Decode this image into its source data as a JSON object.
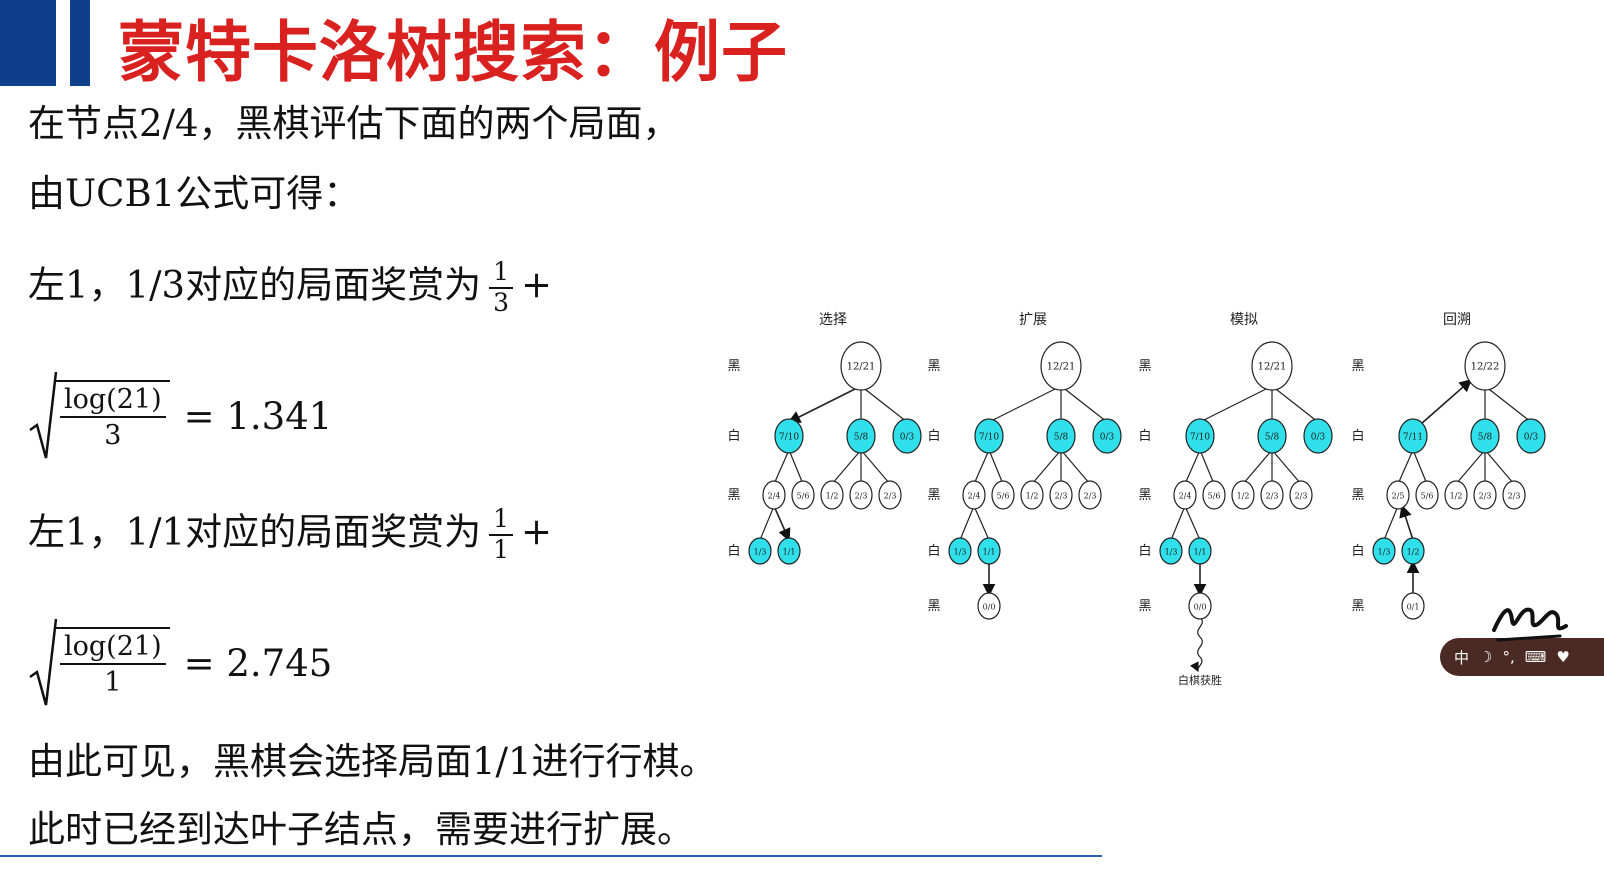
{
  "title": "蒙特卡洛树搜索：例子",
  "lines": {
    "l1": "在节点2/4，黑棋评估下面的两个局面，",
    "l2": "由UCB1公式可得：",
    "l3": "左1，1/3对应的局面奖赏为",
    "l3_frac_num": "1",
    "l3_frac_den": "3",
    "plus": "+",
    "sqrt1_num": "log(21)",
    "sqrt1_den": "3",
    "sqrt1_result": "= 1.341",
    "l4": "左1，1/1对应的局面奖赏为",
    "l4_frac_num": "1",
    "l4_frac_den": "1",
    "sqrt2_num": "log(21)",
    "sqrt2_den": "1",
    "sqrt2_result": "= 2.745",
    "l5": "由此可见，黑棋会选择局面1/1进行行棋。",
    "l6": "此时已经到达叶子结点，需要进行扩展。"
  },
  "diagram": {
    "stages": [
      "选择",
      "扩展",
      "模拟",
      "回溯"
    ],
    "row_labels": [
      "黑",
      "白",
      "黑",
      "白",
      "黑"
    ],
    "colors": {
      "highlight": "#2fe0ea",
      "plain": "#ffffff",
      "stroke": "#222222"
    },
    "trees": [
      {
        "root": "12/21",
        "l1": [
          "7/10",
          "5/8",
          "0/3"
        ],
        "l2a": [
          "2/4",
          "5/6"
        ],
        "l2b": [
          "1/2",
          "2/3",
          "2/3"
        ],
        "l3": [
          "1/3",
          "1/1"
        ]
      },
      {
        "root": "12/21",
        "l1": [
          "7/10",
          "5/8",
          "0/3"
        ],
        "l2a": [
          "2/4",
          "5/6"
        ],
        "l2b": [
          "1/2",
          "2/3",
          "2/3"
        ],
        "l3": [
          "1/3",
          "1/1"
        ],
        "l4": "0/0"
      },
      {
        "root": "12/21",
        "l1": [
          "7/10",
          "5/8",
          "0/3"
        ],
        "l2a": [
          "2/4",
          "5/6"
        ],
        "l2b": [
          "1/2",
          "2/3",
          "2/3"
        ],
        "l3": [
          "1/3",
          "1/1"
        ],
        "l4": "0/0",
        "win": "白棋获胜"
      },
      {
        "root": "12/22",
        "l1": [
          "7/11",
          "5/8",
          "0/3"
        ],
        "l2a": [
          "2/5",
          "5/6"
        ],
        "l2b": [
          "1/2",
          "2/3",
          "2/3"
        ],
        "l3": [
          "1/3",
          "1/2"
        ],
        "l4": "0/1"
      }
    ]
  },
  "ime_bar": {
    "lang": "中",
    "moon": "☽",
    "punct": "°,",
    "keyboard": "⌨",
    "heart": "♥"
  }
}
